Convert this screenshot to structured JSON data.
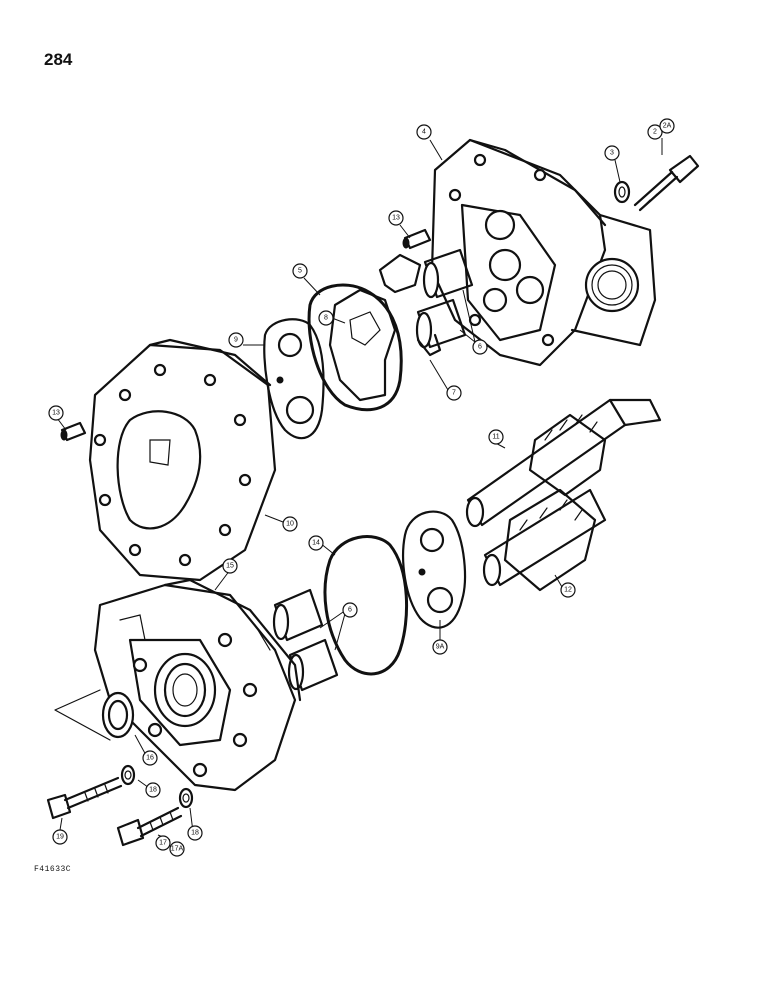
{
  "page": {
    "number": "284",
    "drawing_code": "F41633C"
  },
  "callouts": {
    "c2": "2",
    "c2a": "2A",
    "c3": "3",
    "c4": "4",
    "c5": "5",
    "c6a": "6",
    "c6b": "6",
    "c7": "7",
    "c8": "8",
    "c9": "9",
    "c9a": "9A",
    "c10": "10",
    "c11": "11",
    "c12": "12",
    "c13a": "13",
    "c13b": "13",
    "c14": "14",
    "c15": "15",
    "c16": "16",
    "c17": "17",
    "c17a": "17A",
    "c18a": "18",
    "c18b": "18",
    "c19": "19"
  }
}
